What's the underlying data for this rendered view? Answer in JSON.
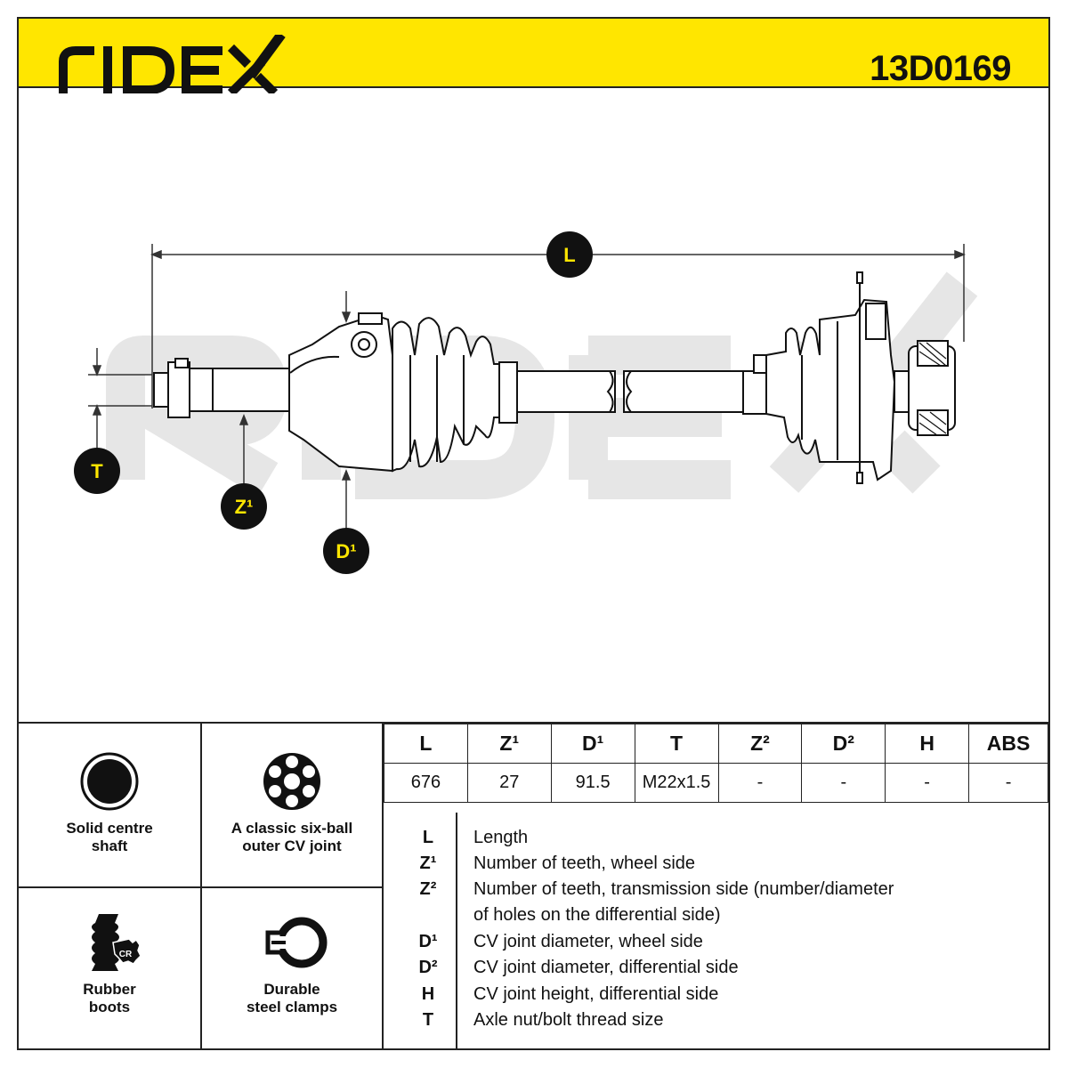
{
  "header": {
    "brand": "RIDEX",
    "part_number": "13D0169",
    "colors": {
      "accent": "#ffe600",
      "ink": "#111111"
    }
  },
  "drawing": {
    "watermark": "RIDEX",
    "markers": {
      "L": "L",
      "T": "T",
      "Z1": "Z¹",
      "D1": "D¹"
    }
  },
  "features": [
    {
      "icon": "solid-shaft-icon",
      "label": "Solid centre\nshaft"
    },
    {
      "icon": "six-ball-joint-icon",
      "label": "A classic six-ball\nouter CV joint"
    },
    {
      "icon": "rubber-boot-cr-icon",
      "label": "Rubber\nboots"
    },
    {
      "icon": "steel-clamp-icon",
      "label": "Durable\nsteel clamps"
    }
  ],
  "spec_table": {
    "headers": [
      "L",
      "Z¹",
      "D¹",
      "T",
      "Z²",
      "D²",
      "H",
      "ABS"
    ],
    "values": [
      "676",
      "27",
      "91.5",
      "M22x1.5",
      "-",
      "-",
      "-",
      "-"
    ]
  },
  "legend": [
    {
      "key": "L",
      "desc": "Length"
    },
    {
      "key": "Z¹",
      "desc": "Number of teeth, wheel side"
    },
    {
      "key": "Z²",
      "desc": "Number of teeth, transmission side (number/diameter"
    },
    {
      "key": "",
      "desc": "of holes on the differential side)"
    },
    {
      "key": "D¹",
      "desc": "CV joint diameter, wheel side"
    },
    {
      "key": "D²",
      "desc": "CV joint diameter, differential side"
    },
    {
      "key": "H",
      "desc": "CV joint height, differential side"
    },
    {
      "key": "T",
      "desc": "Axle nut/bolt thread size"
    }
  ]
}
